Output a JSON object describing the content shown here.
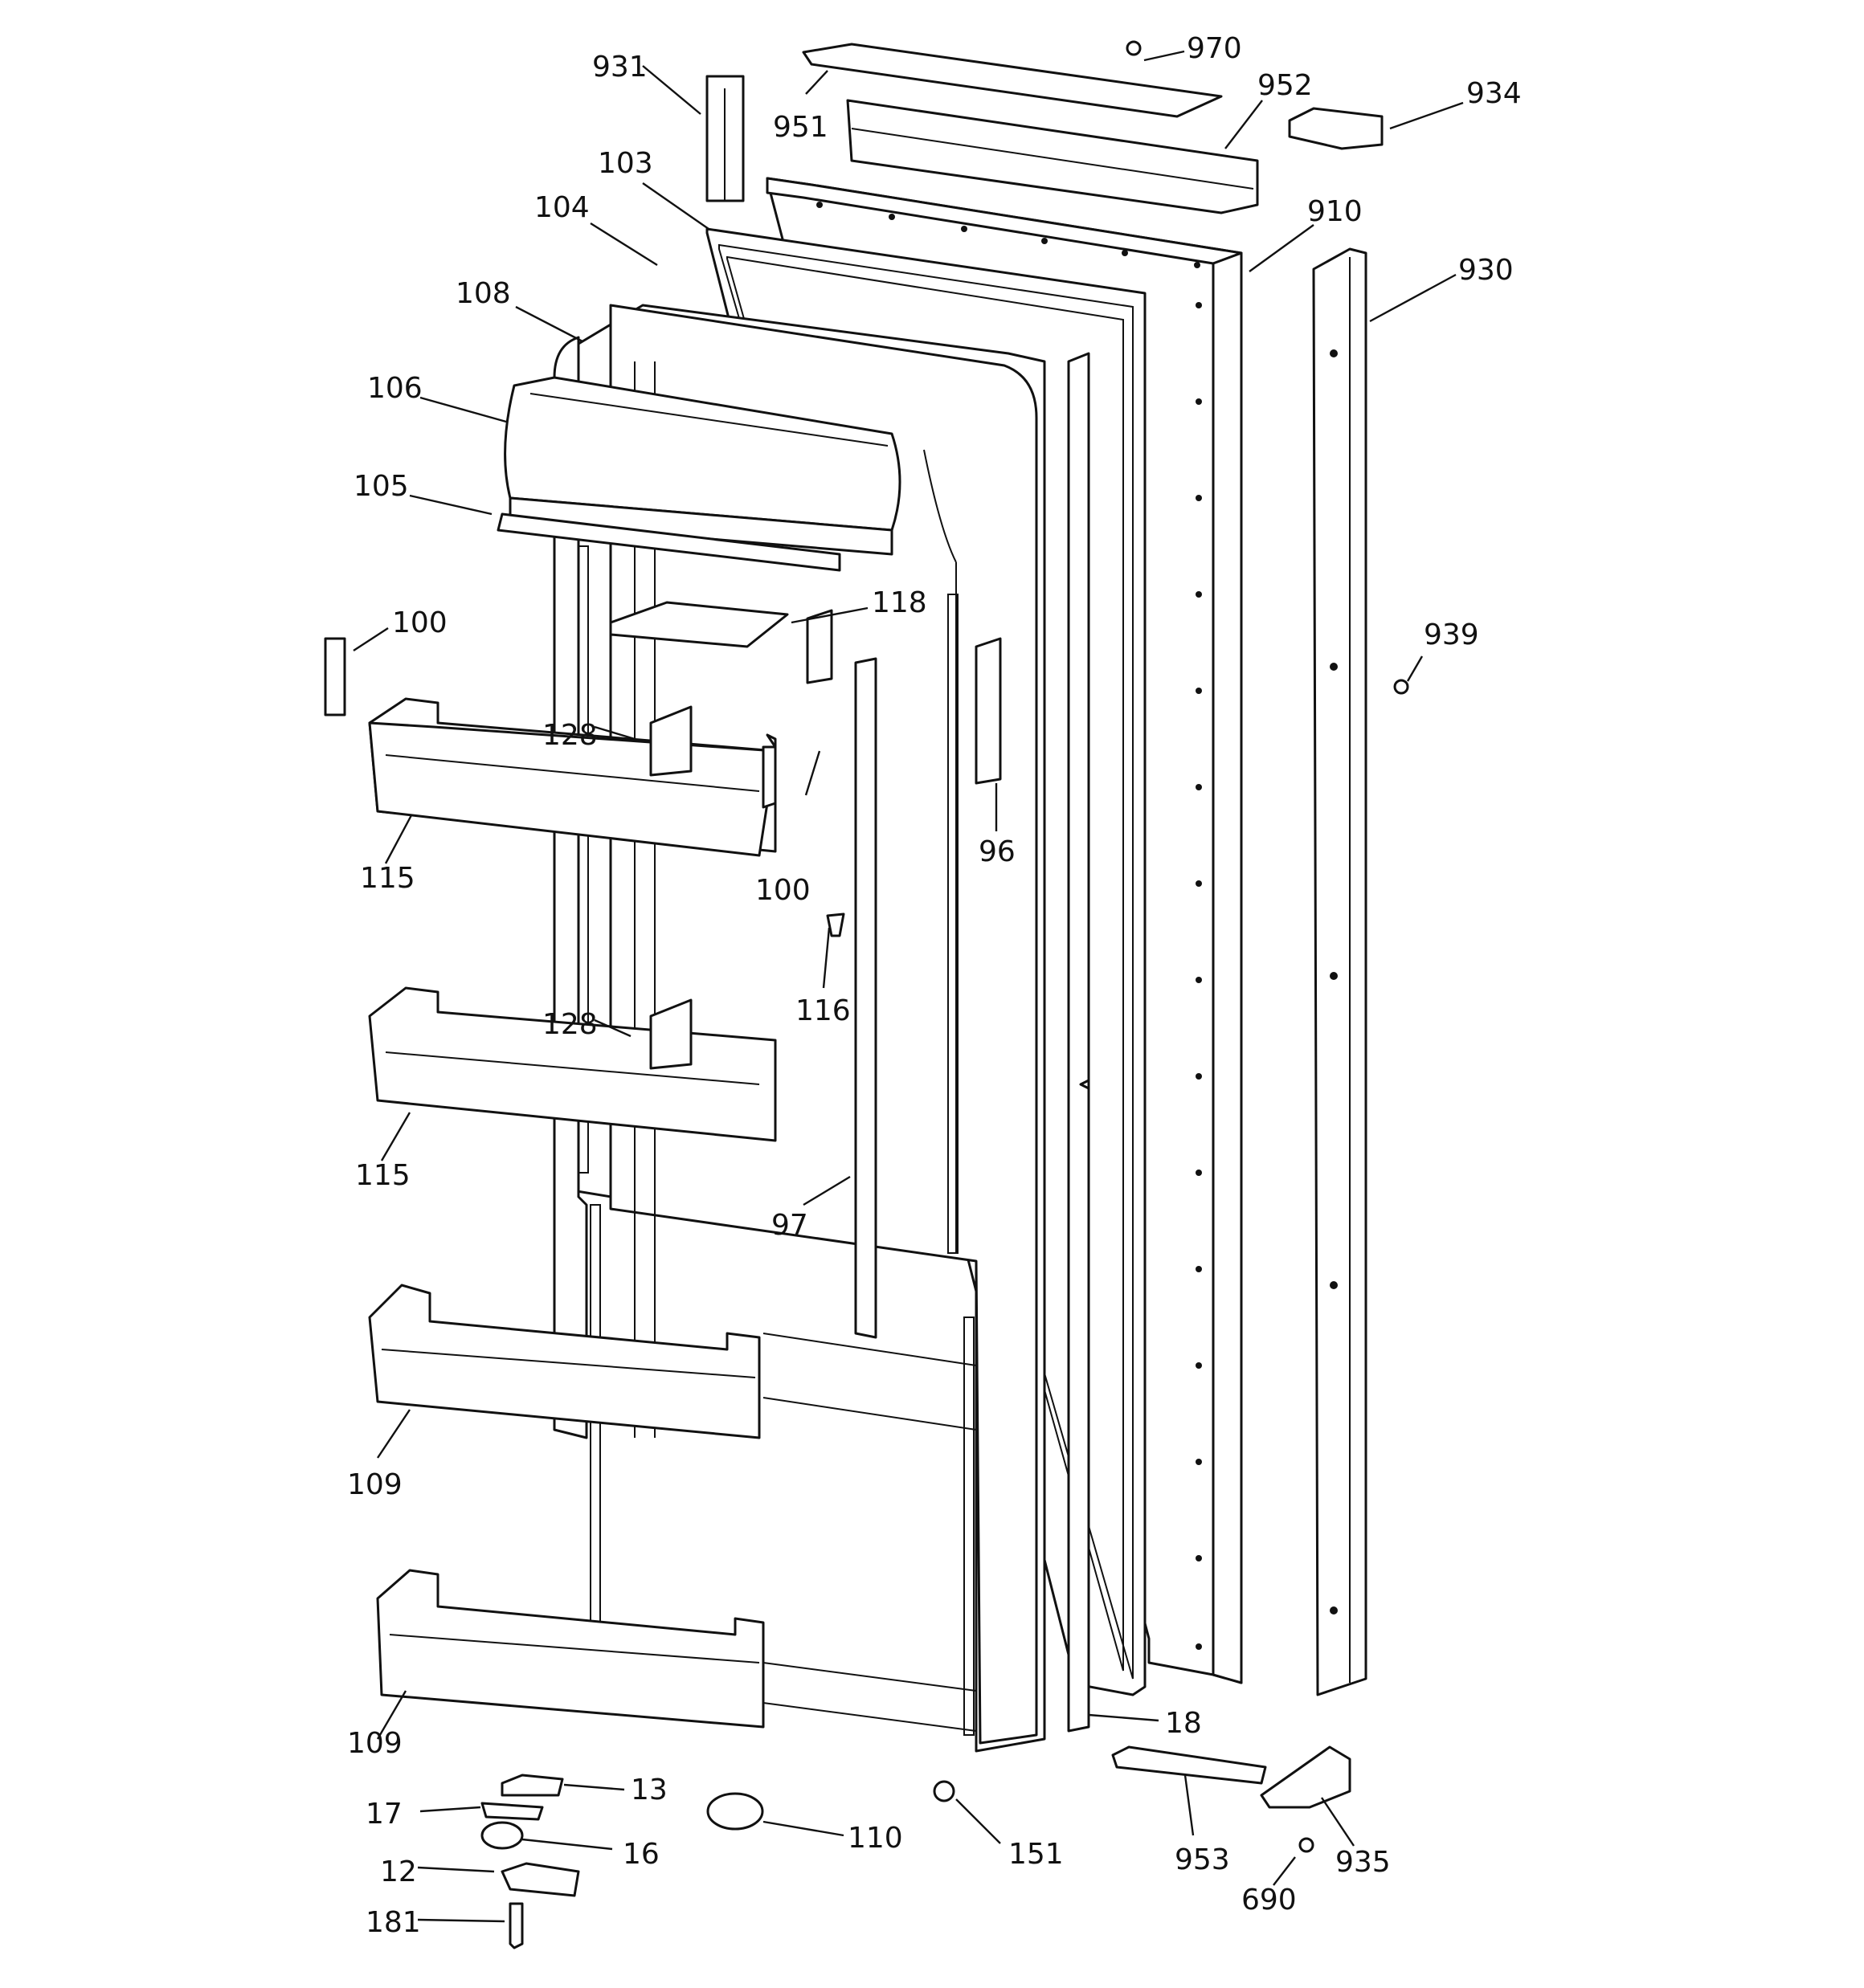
{
  "callouts": {
    "c931": "931",
    "c951": "951",
    "c970": "970",
    "c952": "952",
    "c934": "934",
    "c103": "103",
    "c104": "104",
    "c108": "108",
    "c106": "106",
    "c105": "105",
    "c910": "910",
    "c930": "930",
    "c100a": "100",
    "c118": "118",
    "c939": "939",
    "c128a": "128",
    "c115a": "115",
    "c100b": "100",
    "c96": "96",
    "c116": "116",
    "c128b": "128",
    "c115b": "115",
    "c97": "97",
    "c109a": "109",
    "c109b": "109",
    "c18": "18",
    "c13": "13",
    "c17": "17",
    "c16": "16",
    "c12": "12",
    "c181": "181",
    "c110": "110",
    "c151": "151",
    "c953": "953",
    "c690": "690",
    "c935": "935"
  }
}
